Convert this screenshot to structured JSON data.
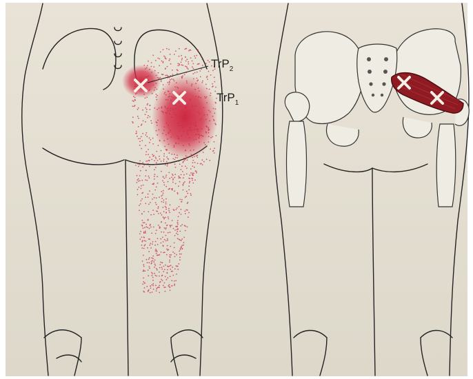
{
  "labels": {
    "trp2": {
      "base": "TrP",
      "sub": "2"
    },
    "trp1": {
      "base": "TrP",
      "sub": "1"
    }
  },
  "colors": {
    "paper": "#e6e1d4",
    "outline": "#222222",
    "pain_red": "#cc1f3a",
    "muscle_red": "#8e1a22",
    "bone_fill": "#efece3"
  },
  "icons": {
    "trigger_point_marker": "x-mark-icon"
  }
}
